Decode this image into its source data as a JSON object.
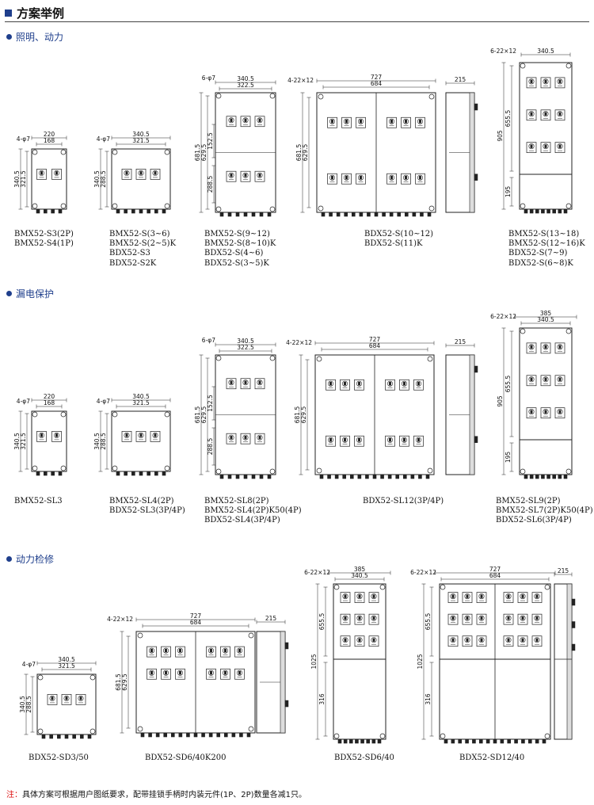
{
  "title": "方案举例",
  "sections": [
    "照明、动力",
    "漏电保护",
    "动力检修"
  ],
  "diagrams": [
    {
      "id": "s1a",
      "dims": {
        "w1": "220",
        "w2": "168",
        "h1": "340.5",
        "h2": "321.5",
        "hole": "4-φ7"
      },
      "captions": [
        "BMX52-S3(2P)",
        "BMX52-S4(1P)"
      ]
    },
    {
      "id": "s1b",
      "dims": {
        "w1": "340.5",
        "w2": "321.5",
        "h1": "340.5",
        "h2": "288.5",
        "hole": "4-φ7"
      },
      "captions": [
        "BMX52-S(3~6)",
        "BMX52-S(2~5)K",
        "BDX52-S3",
        "BDX52-S2K"
      ]
    },
    {
      "id": "s1c",
      "dims": {
        "w1": "340.5",
        "w2": "322.5",
        "h1": "681.5",
        "h2": "629.5",
        "hs1": "152.5",
        "hs2": "288.5",
        "hole": "6-φ7"
      },
      "captions": [
        "BMX52-S(9~12)",
        "BMX52-S(8~10)K",
        "BDX52-S(4~6)",
        "BDX52-S(3~5)K"
      ]
    },
    {
      "id": "s1d",
      "dims": {
        "w1": "727",
        "w2": "684",
        "h1": "681.5",
        "h2": "629.5",
        "hole": "4-22×12",
        "side": "215"
      },
      "captions": [
        "BDX52-S(10~12)",
        "BDX52-S(11)K"
      ]
    },
    {
      "id": "s1e",
      "dims": {
        "w1": "340.5",
        "h1": "905",
        "h2": "655.5",
        "h3": "195",
        "hole": "6-22×12"
      },
      "captions": [
        "BMX52-S(13~18)",
        "BMX52-S(12~16)K",
        "BDX52-S(7~9)",
        "BDX52-S(6~8)K"
      ]
    },
    {
      "id": "s2a",
      "dims": {
        "w1": "220",
        "w2": "168",
        "h1": "340.5",
        "h2": "321.5",
        "hole": "4-φ7"
      },
      "captions": [
        "BMX52-SL3"
      ]
    },
    {
      "id": "s2b",
      "dims": {
        "w1": "340.5",
        "w2": "321.5",
        "h1": "340.5",
        "h2": "288.5",
        "hole": "4-φ7"
      },
      "captions": [
        "BMX52-SL4(2P)",
        "BDX52-SL3(3P/4P)"
      ]
    },
    {
      "id": "s2c",
      "dims": {
        "w1": "340.5",
        "w2": "322.5",
        "h1": "681.5",
        "h2": "629.5",
        "hs1": "152.5",
        "hs2": "288.5",
        "hole": "6-φ7"
      },
      "captions": [
        "BMX52-SL8(2P)",
        "BMX52-SL4(2P)K50(4P)",
        "BDX52-SL4(3P/4P)"
      ]
    },
    {
      "id": "s2d",
      "dims": {
        "w1": "727",
        "w2": "684",
        "h1": "681.5",
        "h2": "629.5",
        "hole": "4-22×12",
        "side": "215"
      },
      "captions": [
        "BDX52-SL12(3P/4P)"
      ]
    },
    {
      "id": "s2e",
      "dims": {
        "w1": "385",
        "w2": "340.5",
        "h1": "905",
        "h2": "655.5",
        "h3": "195",
        "hole": "6-22×12"
      },
      "captions": [
        "BMX52-SL9(2P)",
        "BMX52-SL7(2P)K50(4P)",
        "BDX52-SL6(3P/4P)"
      ]
    },
    {
      "id": "s3a",
      "dims": {
        "w1": "340.5",
        "w2": "321.5",
        "h1": "340.5",
        "h2": "288.5",
        "hole": "4-φ7"
      },
      "captions": [
        "BDX52-SD3/50"
      ]
    },
    {
      "id": "s3b",
      "dims": {
        "w1": "727",
        "w2": "684",
        "h1": "681.5",
        "h2": "629.5",
        "hole": "4-22×12",
        "side": "215"
      },
      "captions": [
        "BDX52-SD6/40K200"
      ]
    },
    {
      "id": "s3c",
      "dims": {
        "w1": "385",
        "w2": "340.5",
        "h1": "1025",
        "h2": "655.5",
        "h3": "316",
        "hole": "6-22×12"
      },
      "captions": [
        "BDX52-SD6/40"
      ]
    },
    {
      "id": "s3d",
      "dims": {
        "w1": "727",
        "w2": "684",
        "h1": "1025",
        "h2": "655.5",
        "h3": "316",
        "hole": "6-22×12",
        "side": "215"
      },
      "captions": [
        "BDX52-SD12/40"
      ]
    }
  ],
  "note": {
    "label": "注：",
    "text": "具体方案可根据用户图纸要求，配带挂锁手柄时内装元件(1P、2P)数量各减1只。"
  }
}
